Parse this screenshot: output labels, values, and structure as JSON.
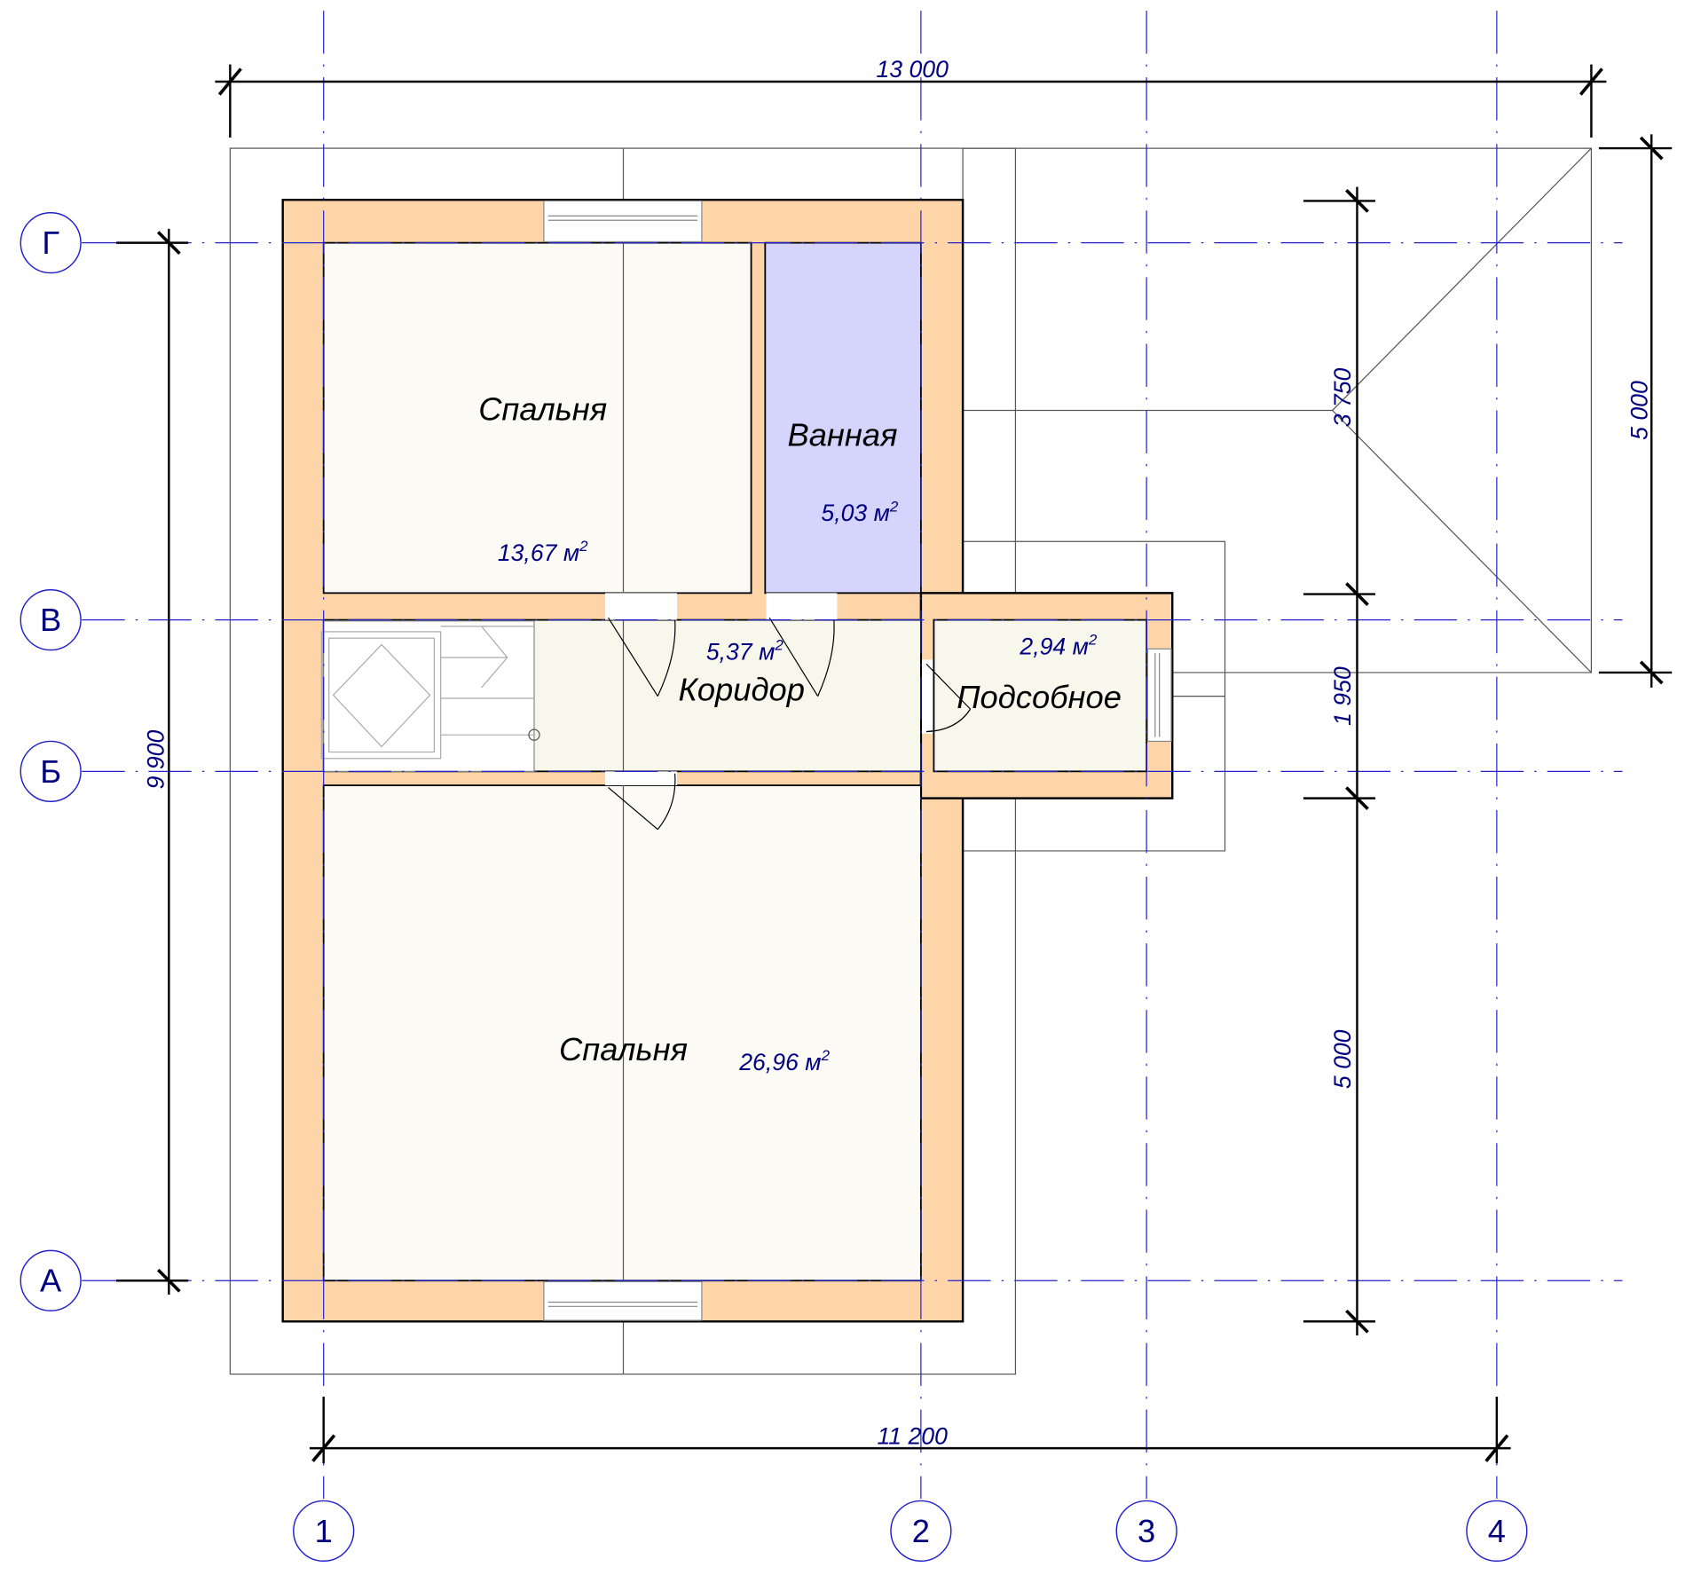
{
  "axes": {
    "columns": [
      "1",
      "2",
      "3",
      "4"
    ],
    "rows": [
      "Г",
      "В",
      "Б",
      "А"
    ]
  },
  "dimensions": {
    "top_total": "13 000",
    "bottom_total": "11 200",
    "left_total": "9 900",
    "right_segments": [
      "3 750",
      "1 950",
      "5 000"
    ],
    "right_roof": "5 000"
  },
  "units": {
    "area_unit": "м",
    "area_exp": "2"
  },
  "rooms": [
    {
      "name": "Спальня",
      "area": "13,67"
    },
    {
      "name": "Ванная",
      "area": "5,03"
    },
    {
      "name": "Коридор",
      "area": "5,37"
    },
    {
      "name": "Подсобное",
      "area": "2,94"
    },
    {
      "name": "Спальня",
      "area": "26,96"
    }
  ],
  "colors": {
    "wall": "#fdd5a8",
    "bedroom": "#fcfaf5",
    "bathroom": "#d4d4fd",
    "corridor": "#f7f7ec",
    "axis": "#2222cc",
    "dimension_text": "#000080"
  }
}
